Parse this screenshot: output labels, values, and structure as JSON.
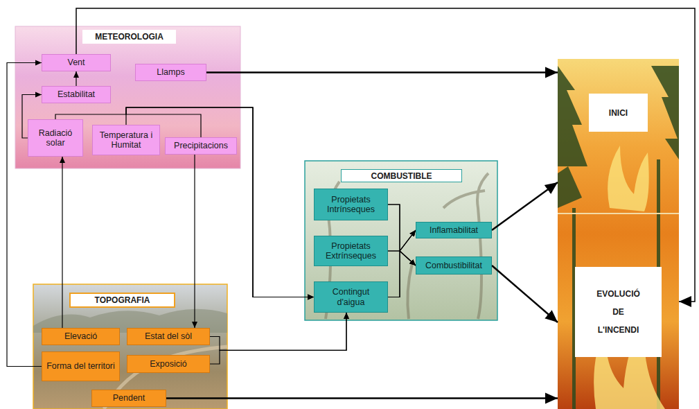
{
  "diagram": {
    "nodes": [
      {
        "text": [
          "METEOROLOGIA"
        ]
      },
      {
        "text": [
          "Vent"
        ],
        "in": 0
      },
      {
        "text": [
          "Llamps"
        ],
        "in": 0
      },
      {
        "text": [
          "Estabilitat"
        ],
        "in": 0
      },
      {
        "text": [
          "Radiació solar"
        ],
        "in": 0
      },
      {
        "text": [
          "Temperatura i Humitat"
        ],
        "in": 0
      },
      {
        "text": [
          "Precipitacions"
        ],
        "in": 0
      },
      {
        "text": [
          "INICI"
        ]
      },
      {
        "text": [
          "COMBUSTIBLE"
        ]
      },
      {
        "text": [
          "Propietats Intrínseques"
        ],
        "in": 8
      },
      {
        "text": [
          "Propietats Extrínseques"
        ],
        "in": 8
      },
      {
        "text": [
          "Inflamabilitat"
        ],
        "in": 8
      },
      {
        "text": [
          "Combustibilitat"
        ],
        "in": 8
      },
      {
        "text": [
          "Contingut d'aigua"
        ],
        "in": 8
      },
      {
        "text": [
          "EVOLUCIÓ DE L'INCENDI"
        ]
      },
      {
        "text": [
          "TOPOGRAFIA"
        ]
      },
      {
        "text": [
          "Elevació"
        ],
        "in": 15
      },
      {
        "text": [
          "Estat del sòl"
        ],
        "in": 15
      },
      {
        "text": [
          "Forma del territori"
        ],
        "in": 15
      },
      {
        "text": [
          "Exposició"
        ],
        "in": 15
      },
      {
        "text": [
          "Pendent"
        ],
        "in": 15
      }
    ],
    "edges": [
      {
        "from": 2,
        "to": 7,
        "arrow": "to"
      },
      {
        "from": 1,
        "to": 14,
        "arrow": "to"
      },
      {
        "from": 3,
        "to": 1,
        "arrow": "to"
      },
      {
        "from": 4,
        "to": 3,
        "arrow": "to"
      },
      {
        "from": 18,
        "to": 1,
        "arrow": "to"
      },
      {
        "from": 16,
        "to": 4,
        "arrow": "to"
      },
      {
        "from": 4,
        "to": 13,
        "arrow": "to"
      },
      {
        "from": 5,
        "to": 13,
        "arrow": "to"
      },
      {
        "from": 6,
        "to": 13,
        "arrow": "to"
      },
      {
        "from": 6,
        "to": 17,
        "arrow": "to"
      },
      {
        "from": 17,
        "to": 13,
        "arrow": "to"
      },
      {
        "from": 19,
        "to": 13,
        "arrow": "to"
      },
      {
        "from": 9,
        "to": 11,
        "arrow": "to"
      },
      {
        "from": 9,
        "to": 12,
        "arrow": "to"
      },
      {
        "from": 10,
        "to": 11,
        "arrow": "to"
      },
      {
        "from": 10,
        "to": 12,
        "arrow": "to"
      },
      {
        "from": 13,
        "to": 11,
        "arrow": "to"
      },
      {
        "from": 13,
        "to": 12,
        "arrow": "to"
      },
      {
        "from": 11,
        "to": 7,
        "arrow": "to"
      },
      {
        "from": 12,
        "to": 14,
        "arrow": "to"
      },
      {
        "from": 20,
        "to": 14,
        "arrow": "to"
      }
    ]
  }
}
